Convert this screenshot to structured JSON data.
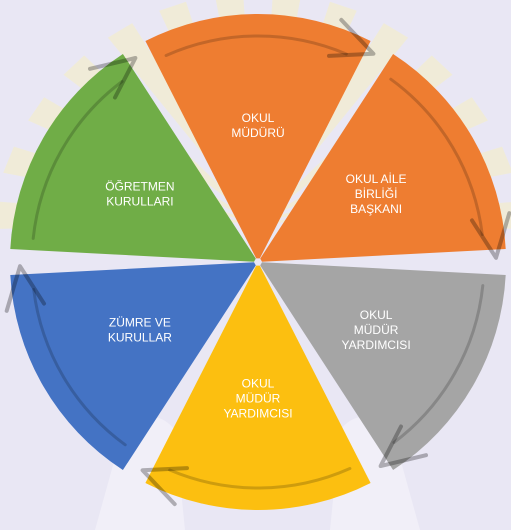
{
  "diagram": {
    "segments": [
      {
        "label_lines": [
          "OKUL",
          "MÜDÜRÜ"
        ],
        "color": "#ee7d31",
        "arrow_color": "#ee7d31"
      },
      {
        "label_lines": [
          "OKUL AİLE",
          "BİRLİĞİ",
          "BAŞKANI"
        ],
        "color": "#ee7d31",
        "arrow_color": "#ee7d31"
      },
      {
        "label_lines": [
          "OKUL",
          "MÜDÜR",
          "YARDIMCISI"
        ],
        "color": "#a5a5a5",
        "arrow_color": "#a5a5a5"
      },
      {
        "label_lines": [
          "OKUL",
          "MÜDÜR",
          "YARDIMCISI"
        ],
        "color": "#fcbf10",
        "arrow_color": "#fcbf10"
      },
      {
        "label_lines": [
          "ZÜMRE VE",
          "KURULLAR"
        ],
        "color": "#4473c4",
        "arrow_color": "#4473c4"
      },
      {
        "label_lines": [
          "ÖĞRETMEN",
          "KURULLARI"
        ],
        "color": "#70ad47",
        "arrow_color": "#70ad47"
      }
    ],
    "label_color": "#ffffff",
    "background_color": "#e9e7f4",
    "background_motif_color": "#f6f0c2"
  }
}
